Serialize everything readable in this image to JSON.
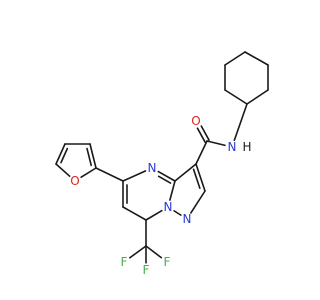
{
  "molecule": {
    "atom_labels": {
      "o_carbonyl": "O",
      "n_amide": "N",
      "h_amide": "H",
      "n_pyrimidine": "N",
      "o_furan": "O",
      "n_bridge": "N",
      "n_pyrazole": "N",
      "f_top": "F",
      "f_left": "F",
      "f_right": "F"
    },
    "colors": {
      "bond": "#1a1a1a",
      "nitrogen": "#2a3bd8",
      "oxygen": "#e0241b",
      "fluorine": "#47b04b",
      "hydrogen": "#1a1a1a"
    }
  }
}
